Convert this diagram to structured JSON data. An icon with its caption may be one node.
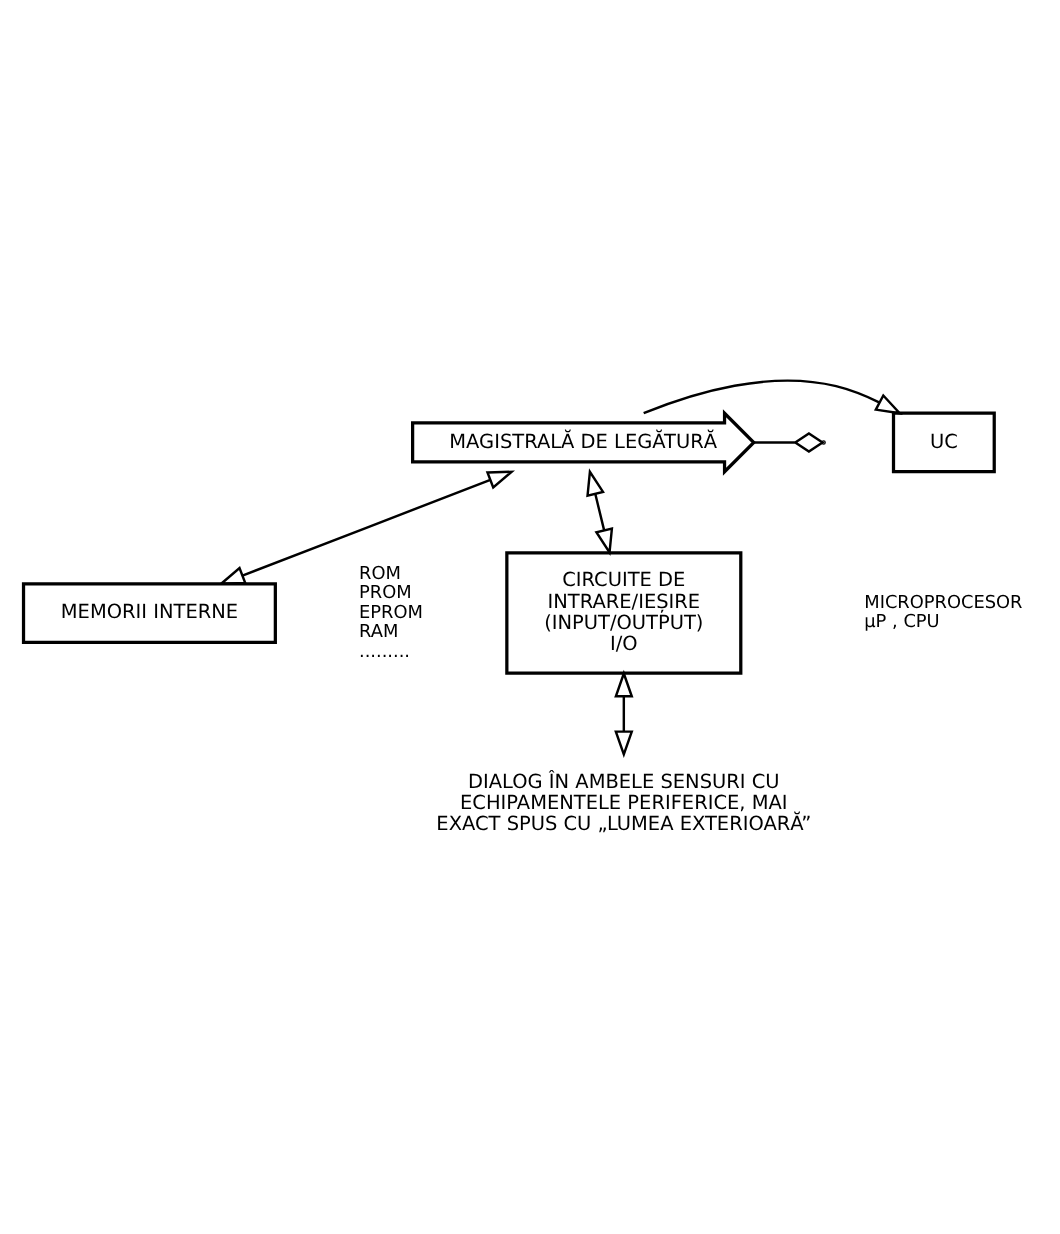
{
  "diagram": {
    "nodes": [
      {
        "text": [
          "MEMORII INTERNE"
        ],
        "beside": [
          "ROM",
          "PROM",
          "EPROM",
          "RAM",
          "........."
        ]
      },
      {
        "text": [
          "UC"
        ],
        "beside": [
          "MICROPROCESOR",
          "µP , CPU"
        ]
      },
      {
        "text": [
          "MAGISTRALĂ DE LEGĂTURĂ"
        ]
      },
      {
        "text": [
          "CIRCUITE DE INTRARE/IEȘIRE (INPUT/OUTPUT)",
          "I/O"
        ]
      },
      {
        "text": [
          "DIALOG ÎN AMBELE SENSURI CU ECHIPAMENTELE PERIFERICE, MAI EXACT SPUS CU „LUMEA EXTERIOARĂ”"
        ]
      }
    ],
    "edges": [
      {
        "from": 2,
        "to": 1,
        "arrow": "to"
      },
      {
        "from": 2,
        "to": 0,
        "arrow": "both"
      },
      {
        "from": 2,
        "to": 3,
        "arrow": "both"
      },
      {
        "from": 2,
        "to": null,
        "arrow": "other"
      },
      {
        "from": 3,
        "to": 4,
        "arrow": "both"
      }
    ]
  }
}
